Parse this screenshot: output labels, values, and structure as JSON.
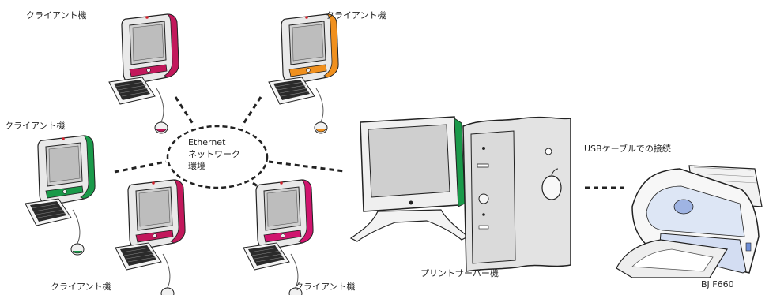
{
  "labels": {
    "client_top_left": "クライアント機",
    "client_top_right": "クライアント機",
    "client_mid_left": "クライアント機",
    "client_bottom_left": "クライアント機",
    "client_bottom_right": "クライアント機",
    "hub_line1": "Ethernet",
    "hub_line2": "ネットワーク",
    "hub_line3": "環境",
    "usb_connection": "USBケーブルでの接続",
    "print_server": "プリントサーバー機",
    "printer_model": "BJ F660"
  },
  "colors": {
    "client_top_left_accent": "#c2185b",
    "client_top_right_accent": "#f0901e",
    "client_mid_left_accent": "#1a9a4a",
    "client_bottom_left_accent": "#c2185b",
    "client_bottom_right_accent": "#d0146e",
    "apple_red": "#d0202a",
    "line": "#222222"
  },
  "icons": [
    "imac-computer",
    "power-mac-g4-tower",
    "crt-monitor",
    "inkjet-printer",
    "keyboard",
    "mouse"
  ]
}
